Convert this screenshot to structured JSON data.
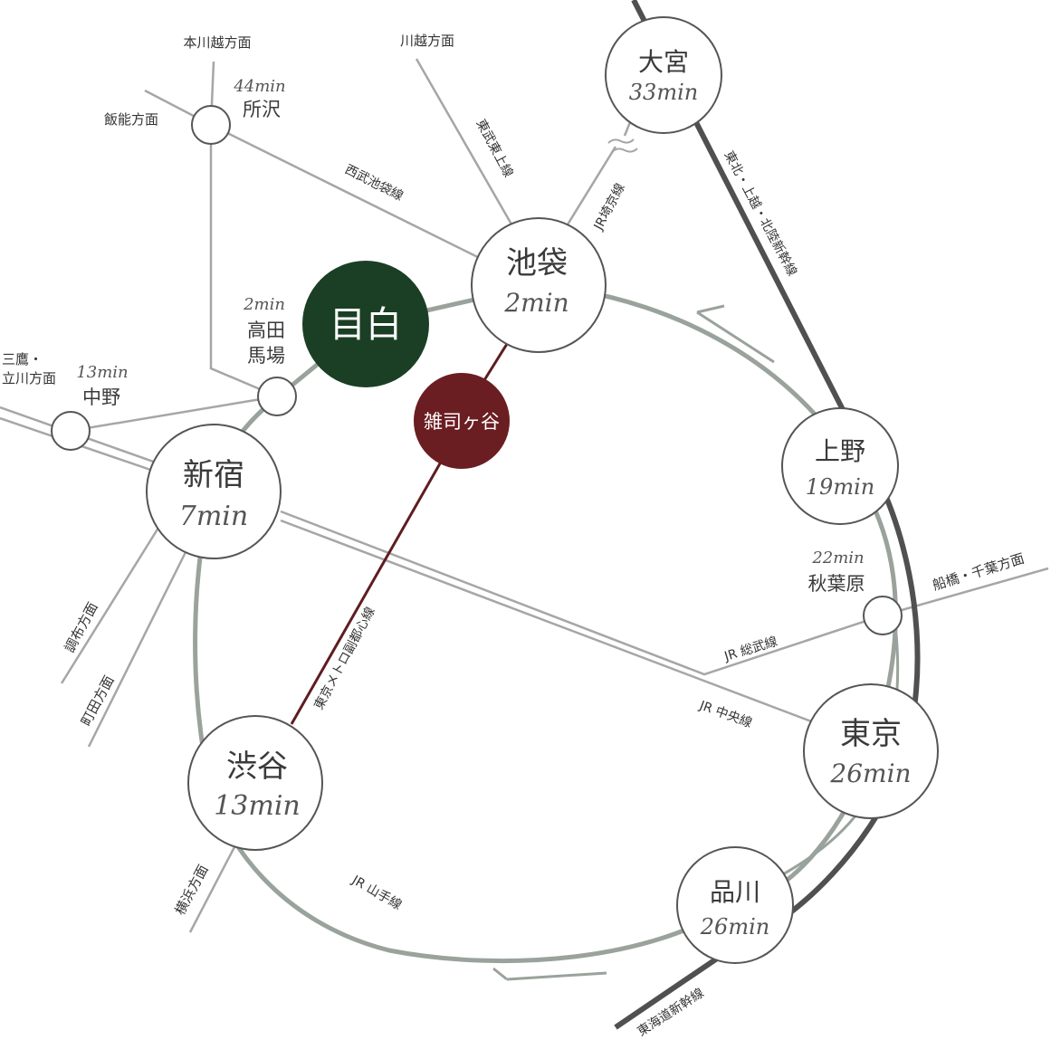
{
  "colors": {
    "ring": "#9aa39b",
    "gray_line": "#a6a6a6",
    "shinkansen": "#505050",
    "fukutoshin": "#5e1d20",
    "mejiro_fill": "#1b3f24",
    "zoshigaya_fill": "#6b1e22"
  },
  "stations": {
    "mejiro": {
      "name": "目白"
    },
    "zoshigaya": {
      "name": "雑司ヶ谷"
    },
    "ikebukuro": {
      "name": "池袋",
      "time": "2min"
    },
    "omiya": {
      "name": "大宮",
      "time": "33min"
    },
    "ueno": {
      "name": "上野",
      "time": "19min"
    },
    "akihabara": {
      "name": "秋葉原",
      "time": "22min"
    },
    "tokyo": {
      "name": "東京",
      "time": "26min"
    },
    "shinagawa": {
      "name": "品川",
      "time": "26min"
    },
    "shibuya": {
      "name": "渋谷",
      "time": "13min"
    },
    "shinjuku": {
      "name": "新宿",
      "time": "7min"
    },
    "takadanobaba": {
      "name_line1": "高田",
      "name_line2": "馬場",
      "time": "2min"
    },
    "nakano": {
      "name": "中野",
      "time": "13min"
    },
    "tokorozawa": {
      "name": "所沢",
      "time": "44min"
    }
  },
  "directions": {
    "honkawagoe": "本川越方面",
    "kawagoe": "川越方面",
    "hanno": "飯能方面",
    "mitaka_line1": "三鷹・",
    "mitaka_line2": "立川方面",
    "chofu": "調布方面",
    "machida": "町田方面",
    "yokohama": "横浜方面",
    "funabashi": "船橋・千葉方面"
  },
  "lines": {
    "seibu_ikebukuro": "西武池袋線",
    "tobu_tojo": "東武東上線",
    "jr_saikyo": "JR埼京線",
    "tohoku_shinkansen": "東北・上越・北陸新幹線",
    "fukutoshin": "東京メトロ副都心線",
    "jr_sobu": "JR 総武線",
    "jr_chuo": "JR 中央線",
    "jr_yamanote": "JR 山手線",
    "tokaido_shinkansen": "東海道新幹線"
  }
}
